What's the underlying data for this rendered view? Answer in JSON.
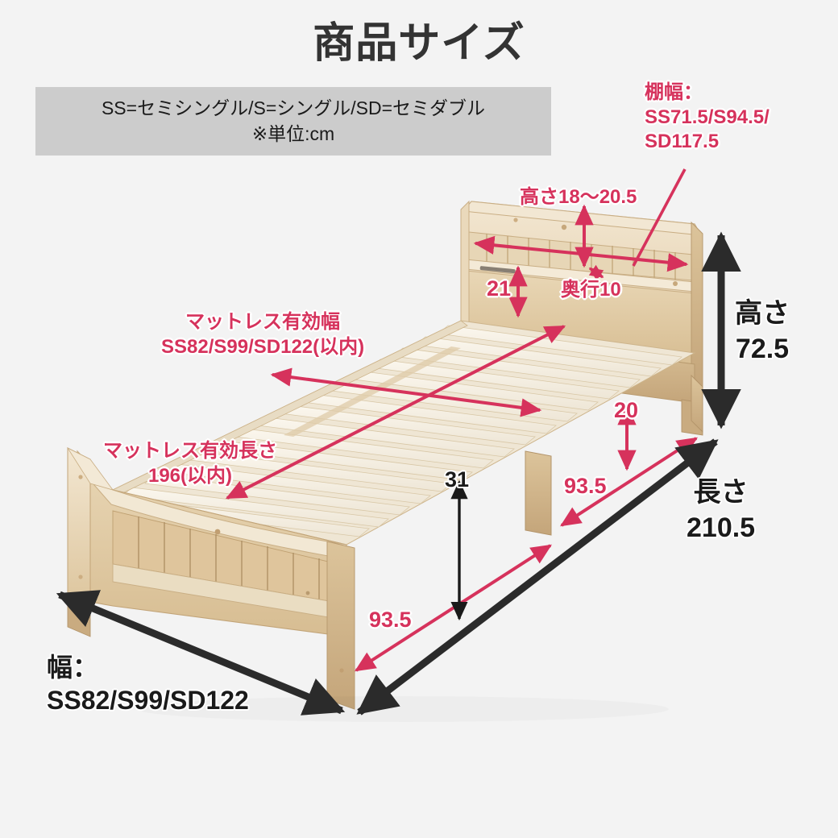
{
  "header": {
    "title": "商品サイズ",
    "legend": {
      "line1": "SS=セミシングル/S=シングル/SD=セミダブル",
      "line2": "※単位:cm"
    }
  },
  "product": {
    "name": "wooden-bed-frame",
    "colors": {
      "background": "#f3f3f3",
      "legend_bg": "#cccccc",
      "title_text": "#333333",
      "pink_accent": "#d6325c",
      "black_accent": "#1a1a1a",
      "wood_light": "#f0e3cc",
      "wood_mid": "#e3cfa9",
      "wood_dark": "#d2b789",
      "wood_shadow": "#bfa071",
      "slat": "#f6f1e6"
    }
  },
  "dimensions": {
    "shelf_width": {
      "label_line1": "棚幅：",
      "label_line2": "SS71.5/S94.5/",
      "label_line3": "SD117.5",
      "color": "pink"
    },
    "shelf_height": {
      "label": "高さ18〜20.5",
      "color": "pink"
    },
    "shelf_depth": {
      "label": "奥行10",
      "color": "pink"
    },
    "headboard_inner_height": {
      "label": "21",
      "color": "pink"
    },
    "mattress_width": {
      "label_line1": "マットレス有効幅",
      "label_line2": "SS82/S99/SD122(以内)",
      "color": "pink"
    },
    "mattress_length": {
      "label_line1": "マットレス有効長さ",
      "label_line2": "196(以内)",
      "color": "pink"
    },
    "frame_rail_height": {
      "label": "20",
      "color": "pink"
    },
    "leg_span_right": {
      "label": "93.5",
      "color": "pink"
    },
    "leg_span_front": {
      "label": "93.5",
      "color": "pink"
    },
    "under_bed_clearance": {
      "label": "31",
      "color": "black"
    },
    "total_height": {
      "label_line1": "高さ",
      "label_line2": "72.5",
      "color": "black"
    },
    "total_length": {
      "label_line1": "長さ",
      "label_line2": "210.5",
      "color": "black"
    },
    "total_width": {
      "label_line1": "幅：",
      "label_line2": "SS82/S99/SD122",
      "color": "black"
    }
  }
}
